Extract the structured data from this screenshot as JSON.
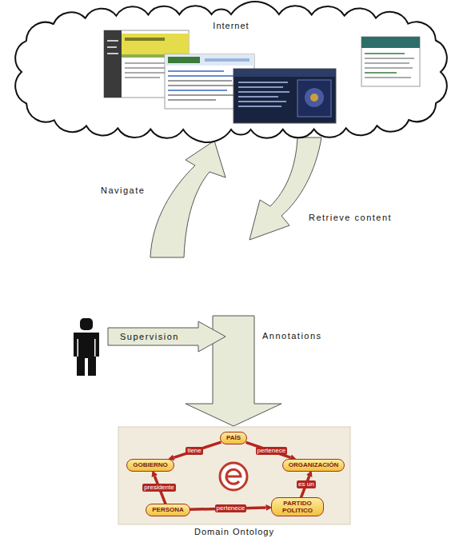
{
  "diagram": {
    "nodes": [
      {
        "text": [
          "Internet"
        ]
      },
      {
        "text": [
          "Domain Ontology"
        ]
      },
      {
        "text": [
          "PAÍS"
        ],
        "in": 1
      },
      {
        "text": [
          "GOBIERNO"
        ],
        "in": 1
      },
      {
        "text": [
          "ORGANIZACIÓN"
        ],
        "in": 1
      },
      {
        "text": [
          "PERSONA"
        ],
        "in": 1
      },
      {
        "text": [
          "PARTIDO POLITICO"
        ],
        "in": 1
      }
    ],
    "edges": [
      {
        "from": 2,
        "to": 4,
        "label": "pertenece",
        "arrow": "to"
      },
      {
        "from": 2,
        "to": 3,
        "label": "tiene",
        "arrow": "to"
      },
      {
        "from": 6,
        "to": 4,
        "label": "es un",
        "arrow": "to"
      },
      {
        "from": 5,
        "to": 3,
        "label": "presidente",
        "arrow": "to"
      },
      {
        "from": 5,
        "to": 6,
        "label": "pertenece",
        "arrow": "to"
      }
    ],
    "labels": [
      "Navigate",
      "Retrieve content",
      "Supervision",
      "Annotations"
    ]
  }
}
